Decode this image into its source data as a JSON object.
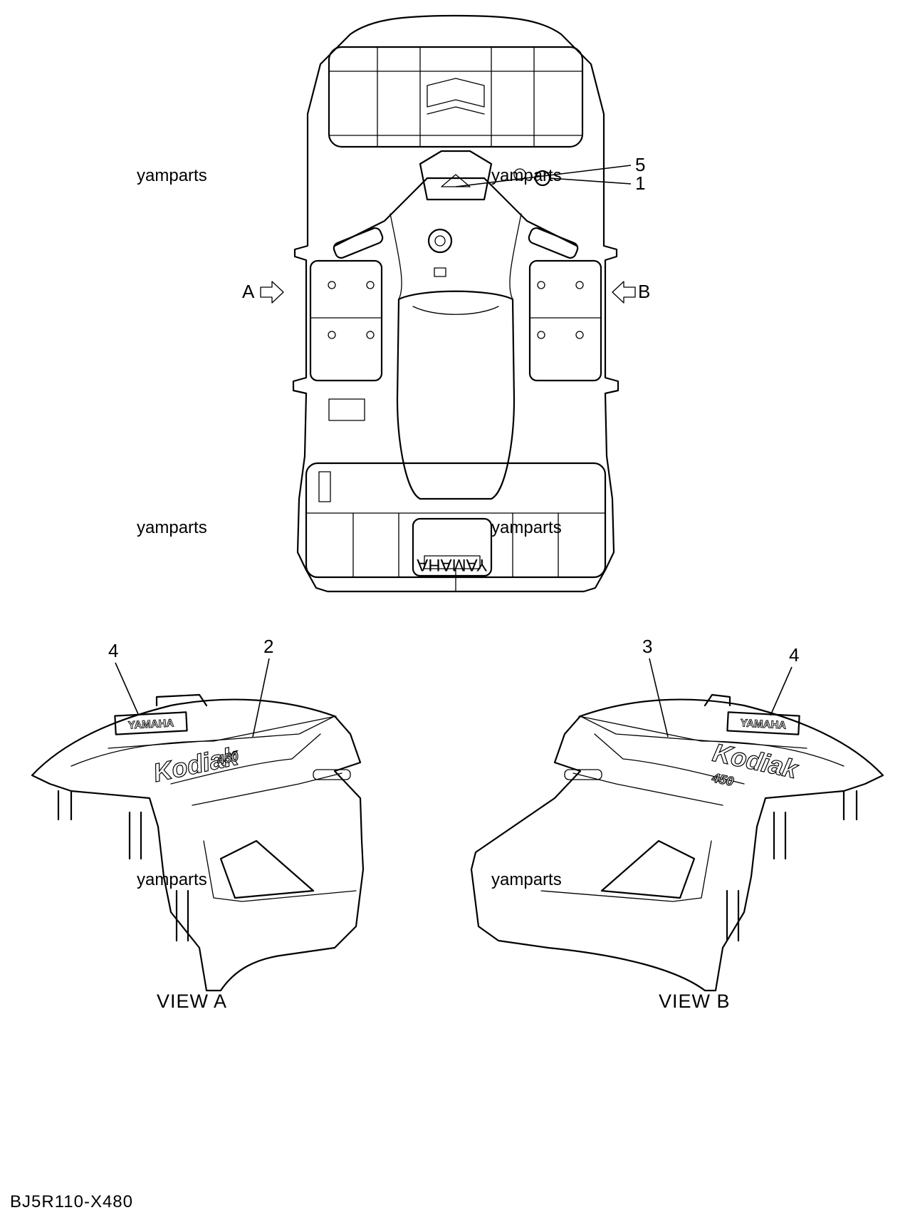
{
  "callouts": {
    "c5": "5",
    "c1": "1",
    "c2": "2",
    "c3": "3",
    "c4_left": "4",
    "c4_right": "4"
  },
  "arrows": {
    "a": "A",
    "b": "B"
  },
  "watermarks": [
    "yamparts",
    "yamparts",
    "yamparts",
    "yamparts",
    "yamparts",
    "yamparts"
  ],
  "views": {
    "view_a": "VIEW A",
    "view_b": "VIEW B"
  },
  "decals": {
    "yamaha_left": "YAMAHA",
    "yamaha_right": "YAMAHA",
    "yamaha_rear": "YAMAHA",
    "kodiak_left": "Kodiak",
    "kodiak_right": "Kodiak",
    "model_left": "450",
    "model_right": "450"
  },
  "footer": {
    "code": "BJ5R110-X480"
  }
}
